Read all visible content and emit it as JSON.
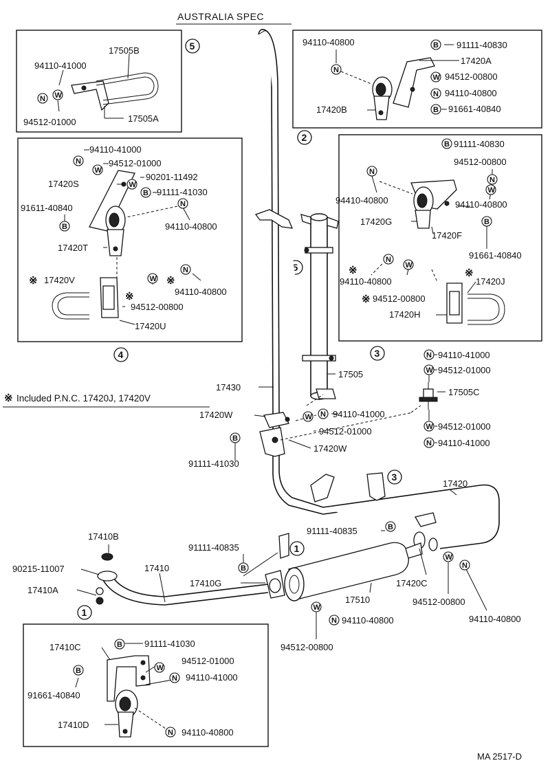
{
  "title": "AUSTRALIA   SPEC",
  "note": "Included P.N.C. 17420J, 17420V",
  "ref": "MA 2517-D",
  "symbols": {
    "B": "B",
    "W": "W",
    "N": "N",
    "star": "※"
  },
  "numbers": {
    "n1": "1",
    "n2": "2",
    "n3": "3",
    "n4": "4",
    "n5": "5"
  },
  "labels": {
    "p17505B": "17505B",
    "p94110_41000_b5": "94110-41000",
    "p94512_01000_b5": "94512-01000",
    "p17505A": "17505A",
    "p94110_40800_b2": "94110-40800",
    "p91111_40830_b2": "91111-40830",
    "p17420A": "17420A",
    "p94512_00800_b2": "94512-00800",
    "p94110_40800_b2b": "94110-40800",
    "p17420B": "17420B",
    "p91661_40840_b2": "91661-40840",
    "p94110_41000_b4": "94110-41000",
    "p94512_01000_b4": "94512-01000",
    "p17420S": "17420S",
    "p90201_11492": "90201-11492",
    "p91111_41030_b4": "91111-41030",
    "p91611_40840": "91611-40840",
    "p94110_40800_b4": "94110-40800",
    "p17420T": "17420T",
    "p17420V": "17420V",
    "p94110_40800_b4b": "94110-40800",
    "p94512_00800_b4": "94512-00800",
    "p17420U": "17420U",
    "p91111_40830_b3": "91111-40830",
    "p94512_00800_b3": "94512-00800",
    "p94410_40800": "94410-40800",
    "p94110_40800_b3": "94110-40800",
    "p17420G": "17420G",
    "p17420F": "17420F",
    "p91661_40840_b3": "91661-40840",
    "p94110_40800_b3b": "94110-40800",
    "p94512_00800_b3b": "94512-00800",
    "p17420J": "17420J",
    "p17420H": "17420H",
    "p94110_41000_r1": "94110-41000",
    "p94512_01000_r1": "94512-01000",
    "p17505C": "17505C",
    "p94512_01000_r2": "94512-01000",
    "p94110_41000_r2": "94110-41000",
    "p17430": "17430",
    "p17505": "17505",
    "p17420W_a": "17420W",
    "p94110_41000_m": "94110-41000",
    "p94512_01000_m": "94512-01000",
    "p17420W_b": "17420W",
    "p91111_41030_m": "91111-41030",
    "p17420": "17420",
    "p91111_40835_r": "91111-40835",
    "p17410B": "17410B",
    "p91111_40835_l": "91111-40835",
    "p90215_11007": "90215-11007",
    "p17410": "17410",
    "p17410G": "17410G",
    "p17410A": "17410A",
    "p17420C": "17420C",
    "p94512_00800_m": "94512-00800",
    "p94110_40800_m": "94110-40800",
    "p17510": "17510",
    "p94110_40800_m2": "94110-40800",
    "p94512_00800_m2": "94512-00800",
    "p17410C": "17410C",
    "p91111_41030_b1": "91111-41030",
    "p94512_01000_b1": "94512-01000",
    "p91661_40840_b1": "91661-40840",
    "p94110_41000_b1": "94110-41000",
    "p17410D": "17410D",
    "p94110_40800_b1": "94110-40800"
  }
}
